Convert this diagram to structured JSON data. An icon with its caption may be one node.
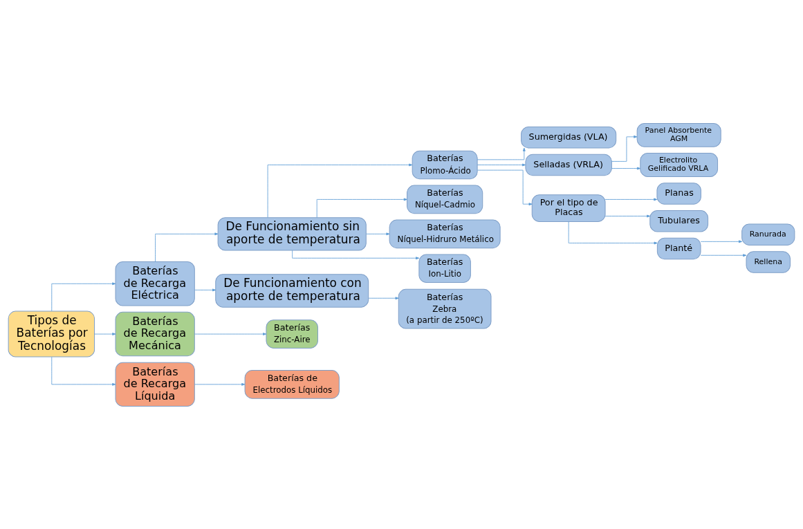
{
  "diagram": {
    "nodes": [
      {
        "text": [
          "Tipos de Baterías por Tecnologías"
        ]
      },
      {
        "text": [
          "Baterías de Recarga Eléctrica"
        ]
      },
      {
        "text": [
          "De Funcionamiento sin aporte de temperatura"
        ]
      },
      {
        "text": [
          "Baterías",
          "Plomo-Ácido"
        ]
      },
      {
        "text": [
          "Sumergidas (VLA)"
        ]
      },
      {
        "text": [
          "Selladas (VRLA)"
        ]
      },
      {
        "text": [
          "Panel Absorbente AGM"
        ]
      },
      {
        "text": [
          "Electrolito Gelificado VRLA"
        ]
      },
      {
        "text": [
          "Por el tipo de Placas"
        ]
      },
      {
        "text": [
          "Planas"
        ]
      },
      {
        "text": [
          "Tubulares"
        ]
      },
      {
        "text": [
          "Planté"
        ]
      },
      {
        "text": [
          "Ranurada"
        ]
      },
      {
        "text": [
          "Rellena"
        ]
      },
      {
        "text": [
          "Baterías",
          "Níquel-Cadmio"
        ]
      },
      {
        "text": [
          "Baterías",
          "Níquel-Hidruro Metálico"
        ]
      },
      {
        "text": [
          "Baterías",
          "Ion-Litio"
        ]
      },
      {
        "text": [
          "De Funcionamiento con aporte de temperatura"
        ]
      },
      {
        "text": [
          "Baterías",
          "Zebra",
          "(a partir de 250ºC)"
        ]
      },
      {
        "text": [
          "Baterías de Recarga Mecánica"
        ]
      },
      {
        "text": [
          "Baterías",
          "Zinc-Aire"
        ]
      },
      {
        "text": [
          "Baterías de Recarga Líquida"
        ]
      },
      {
        "text": [
          "Baterías de",
          "Electrodos Líquidos"
        ]
      }
    ],
    "edges": [
      {
        "from": 0,
        "to": 1,
        "arrow": "to"
      },
      {
        "from": 1,
        "to": 2,
        "arrow": "to"
      },
      {
        "from": 2,
        "to": 3,
        "arrow": "to"
      },
      {
        "from": 3,
        "to": 4,
        "arrow": "to"
      },
      {
        "from": 3,
        "to": 5,
        "arrow": "to"
      },
      {
        "from": 5,
        "to": 6,
        "arrow": "to"
      },
      {
        "from": 5,
        "to": 7,
        "arrow": "to"
      },
      {
        "from": 3,
        "to": 8,
        "arrow": "to"
      },
      {
        "from": 8,
        "to": 9,
        "arrow": "to"
      },
      {
        "from": 8,
        "to": 10,
        "arrow": "to"
      },
      {
        "from": 8,
        "to": 11,
        "arrow": "to"
      },
      {
        "from": 11,
        "to": 12,
        "arrow": "to"
      },
      {
        "from": 11,
        "to": 13,
        "arrow": "to"
      },
      {
        "from": 2,
        "to": 14,
        "arrow": "to"
      },
      {
        "from": 2,
        "to": 15,
        "arrow": "to"
      },
      {
        "from": 2,
        "to": 16,
        "arrow": "to"
      },
      {
        "from": 1,
        "to": 17,
        "arrow": "to"
      },
      {
        "from": 17,
        "to": 18,
        "arrow": "to"
      },
      {
        "from": 0,
        "to": 19,
        "arrow": "to"
      },
      {
        "from": 19,
        "to": 20,
        "arrow": "to"
      },
      {
        "from": 0,
        "to": 21,
        "arrow": "to"
      },
      {
        "from": 21,
        "to": 22,
        "arrow": "to"
      }
    ]
  }
}
